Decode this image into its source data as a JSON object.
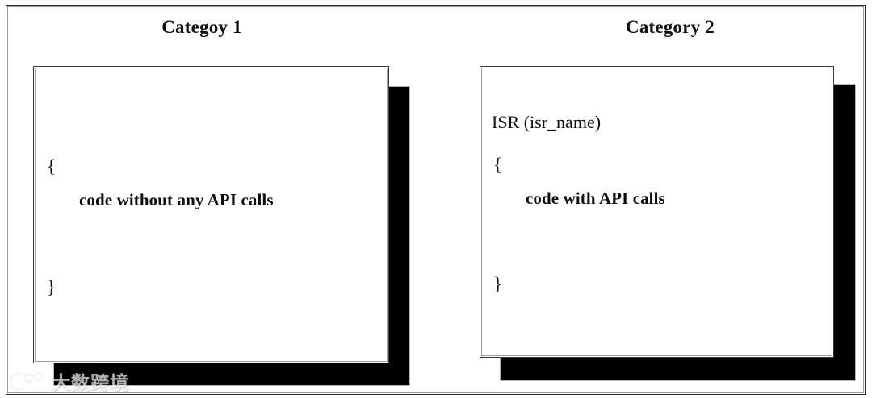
{
  "figure": {
    "type": "diagram",
    "description": "Two-panel comparison diagram of code block categories"
  },
  "panels": [
    {
      "title": "Categoy 1",
      "card": {
        "signature": "",
        "open_brace": "{",
        "body": "code without any API calls",
        "close_brace": "}"
      }
    },
    {
      "title": "Category 2",
      "card": {
        "signature": "ISR (isr_name)",
        "open_brace": "{",
        "body": "code with API calls",
        "close_brace": "}"
      }
    }
  ],
  "watermark": {
    "text": "大数跨境",
    "logo_name": "dashukuajing-logo"
  },
  "colors": {
    "frame": "#2a2a2a",
    "frame_inner": "#9a9a9a",
    "card_border": "#3a3a3a",
    "shadow": "#000000",
    "text": "#0d0d0d",
    "background": "#ffffff"
  }
}
